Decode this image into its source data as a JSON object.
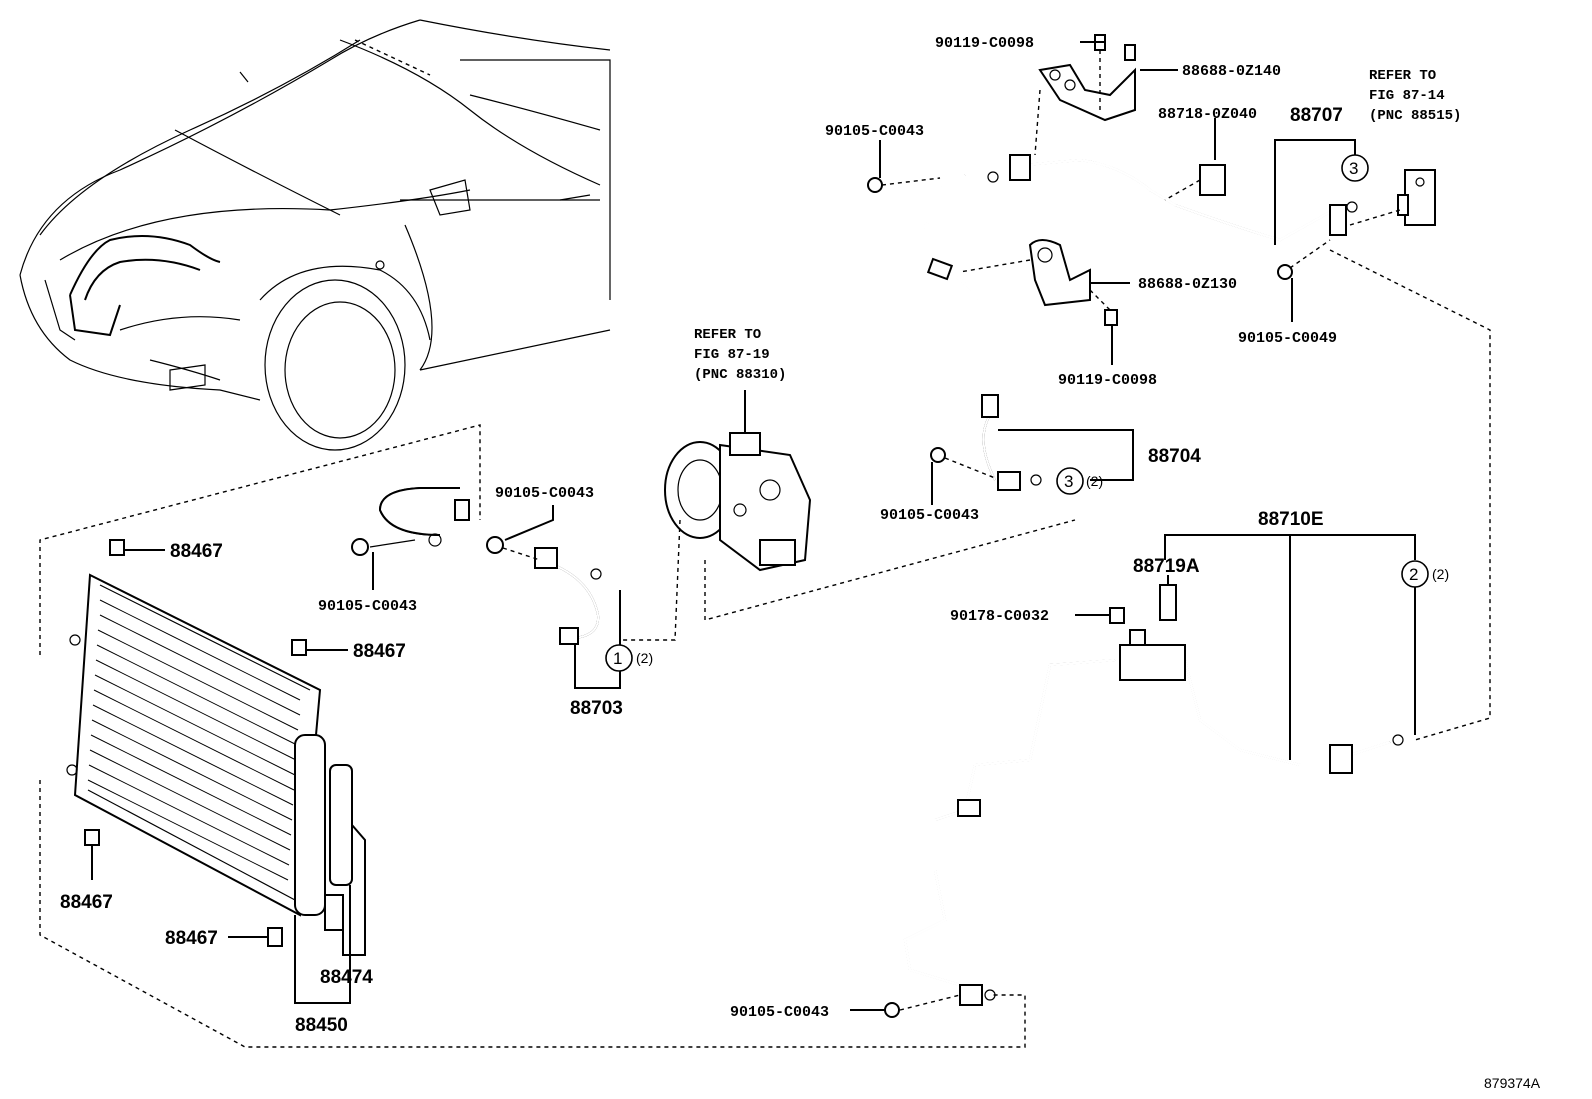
{
  "figure_id": "879374A",
  "refer_labels": {
    "compressor": [
      "REFER TO",
      "FIG 87-19",
      "(PNC 88310)"
    ],
    "valve": [
      "REFER TO",
      "FIG 87-14",
      "(PNC 88515)"
    ]
  },
  "part_numbers": {
    "p90119_top": "90119-C0098",
    "p88688_0z140": "88688-0Z140",
    "p88718": "88718-0Z040",
    "p88707": "88707",
    "p90105_top": "90105-C0043",
    "p88688_0z130": "88688-0Z130",
    "p90105_c0049": "90105-C0049",
    "p90119_mid": "90119-C0098",
    "p88704": "88704",
    "p90105_mid": "90105-C0043",
    "p88710e": "88710E",
    "p88719a": "88719A",
    "p90178": "90178-C0032",
    "p90105_bottom": "90105-C0043",
    "p90105_left": "90105-C0043",
    "p90105_center": "90105-C0043",
    "p88703": "88703",
    "p88467_a": "88467",
    "p88467_b": "88467",
    "p88467_c": "88467",
    "p88467_d": "88467",
    "p88474": "88474",
    "p88450": "88450"
  },
  "callouts": {
    "c1": "1",
    "c2": "2",
    "c3_top": "3",
    "c3_mid": "3",
    "qty_c1": "(2)",
    "qty_c2": "(2)",
    "qty_c3": "(2)"
  }
}
